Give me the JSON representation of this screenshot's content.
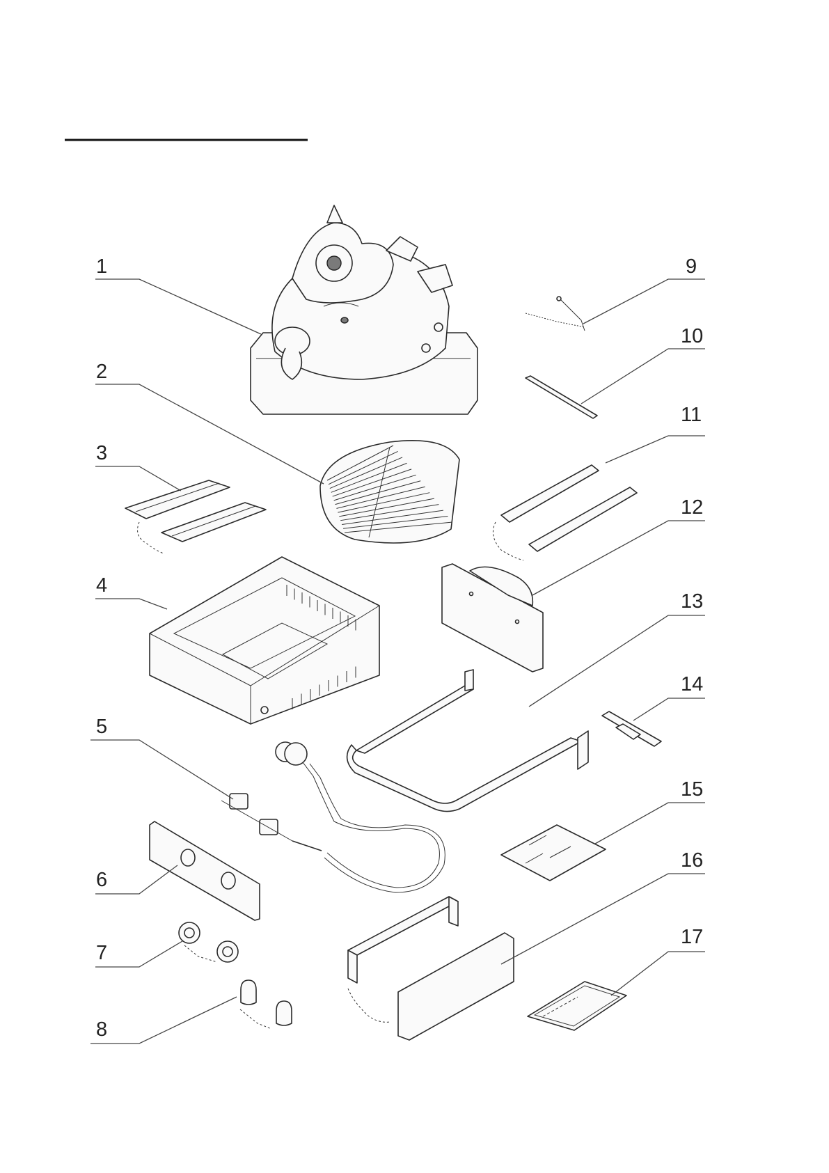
{
  "diagram": {
    "type": "exploded-parts-view",
    "callouts": [
      {
        "id": "1",
        "label": "1",
        "part_icon": "lid-with-bull-head-icon"
      },
      {
        "id": "2",
        "label": "2",
        "part_icon": "cooking-grate-icon"
      },
      {
        "id": "3",
        "label": "3",
        "part_icon": "flame-tamer-icon"
      },
      {
        "id": "4",
        "label": "4",
        "part_icon": "firebox-icon"
      },
      {
        "id": "5",
        "label": "5",
        "part_icon": "valve-and-regulator-hose-icon"
      },
      {
        "id": "6",
        "label": "6",
        "part_icon": "control-panel-icon"
      },
      {
        "id": "7",
        "label": "7",
        "part_icon": "knob-bezel-icon"
      },
      {
        "id": "8",
        "label": "8",
        "part_icon": "control-knob-icon"
      },
      {
        "id": "9",
        "label": "9",
        "part_icon": "match-holder-chain-icon"
      },
      {
        "id": "10",
        "label": "10",
        "part_icon": "bracket-bar-icon"
      },
      {
        "id": "11",
        "label": "11",
        "part_icon": "burner-tube-icon"
      },
      {
        "id": "12",
        "label": "12",
        "part_icon": "side-panel-icon"
      },
      {
        "id": "13",
        "label": "13",
        "part_icon": "tube-frame-icon"
      },
      {
        "id": "14",
        "label": "14",
        "part_icon": "mounting-bracket-icon"
      },
      {
        "id": "15",
        "label": "15",
        "part_icon": "heat-shield-icon"
      },
      {
        "id": "16",
        "label": "16",
        "part_icon": "front-rear-panel-icon"
      },
      {
        "id": "17",
        "label": "17",
        "part_icon": "grease-tray-icon"
      }
    ]
  }
}
